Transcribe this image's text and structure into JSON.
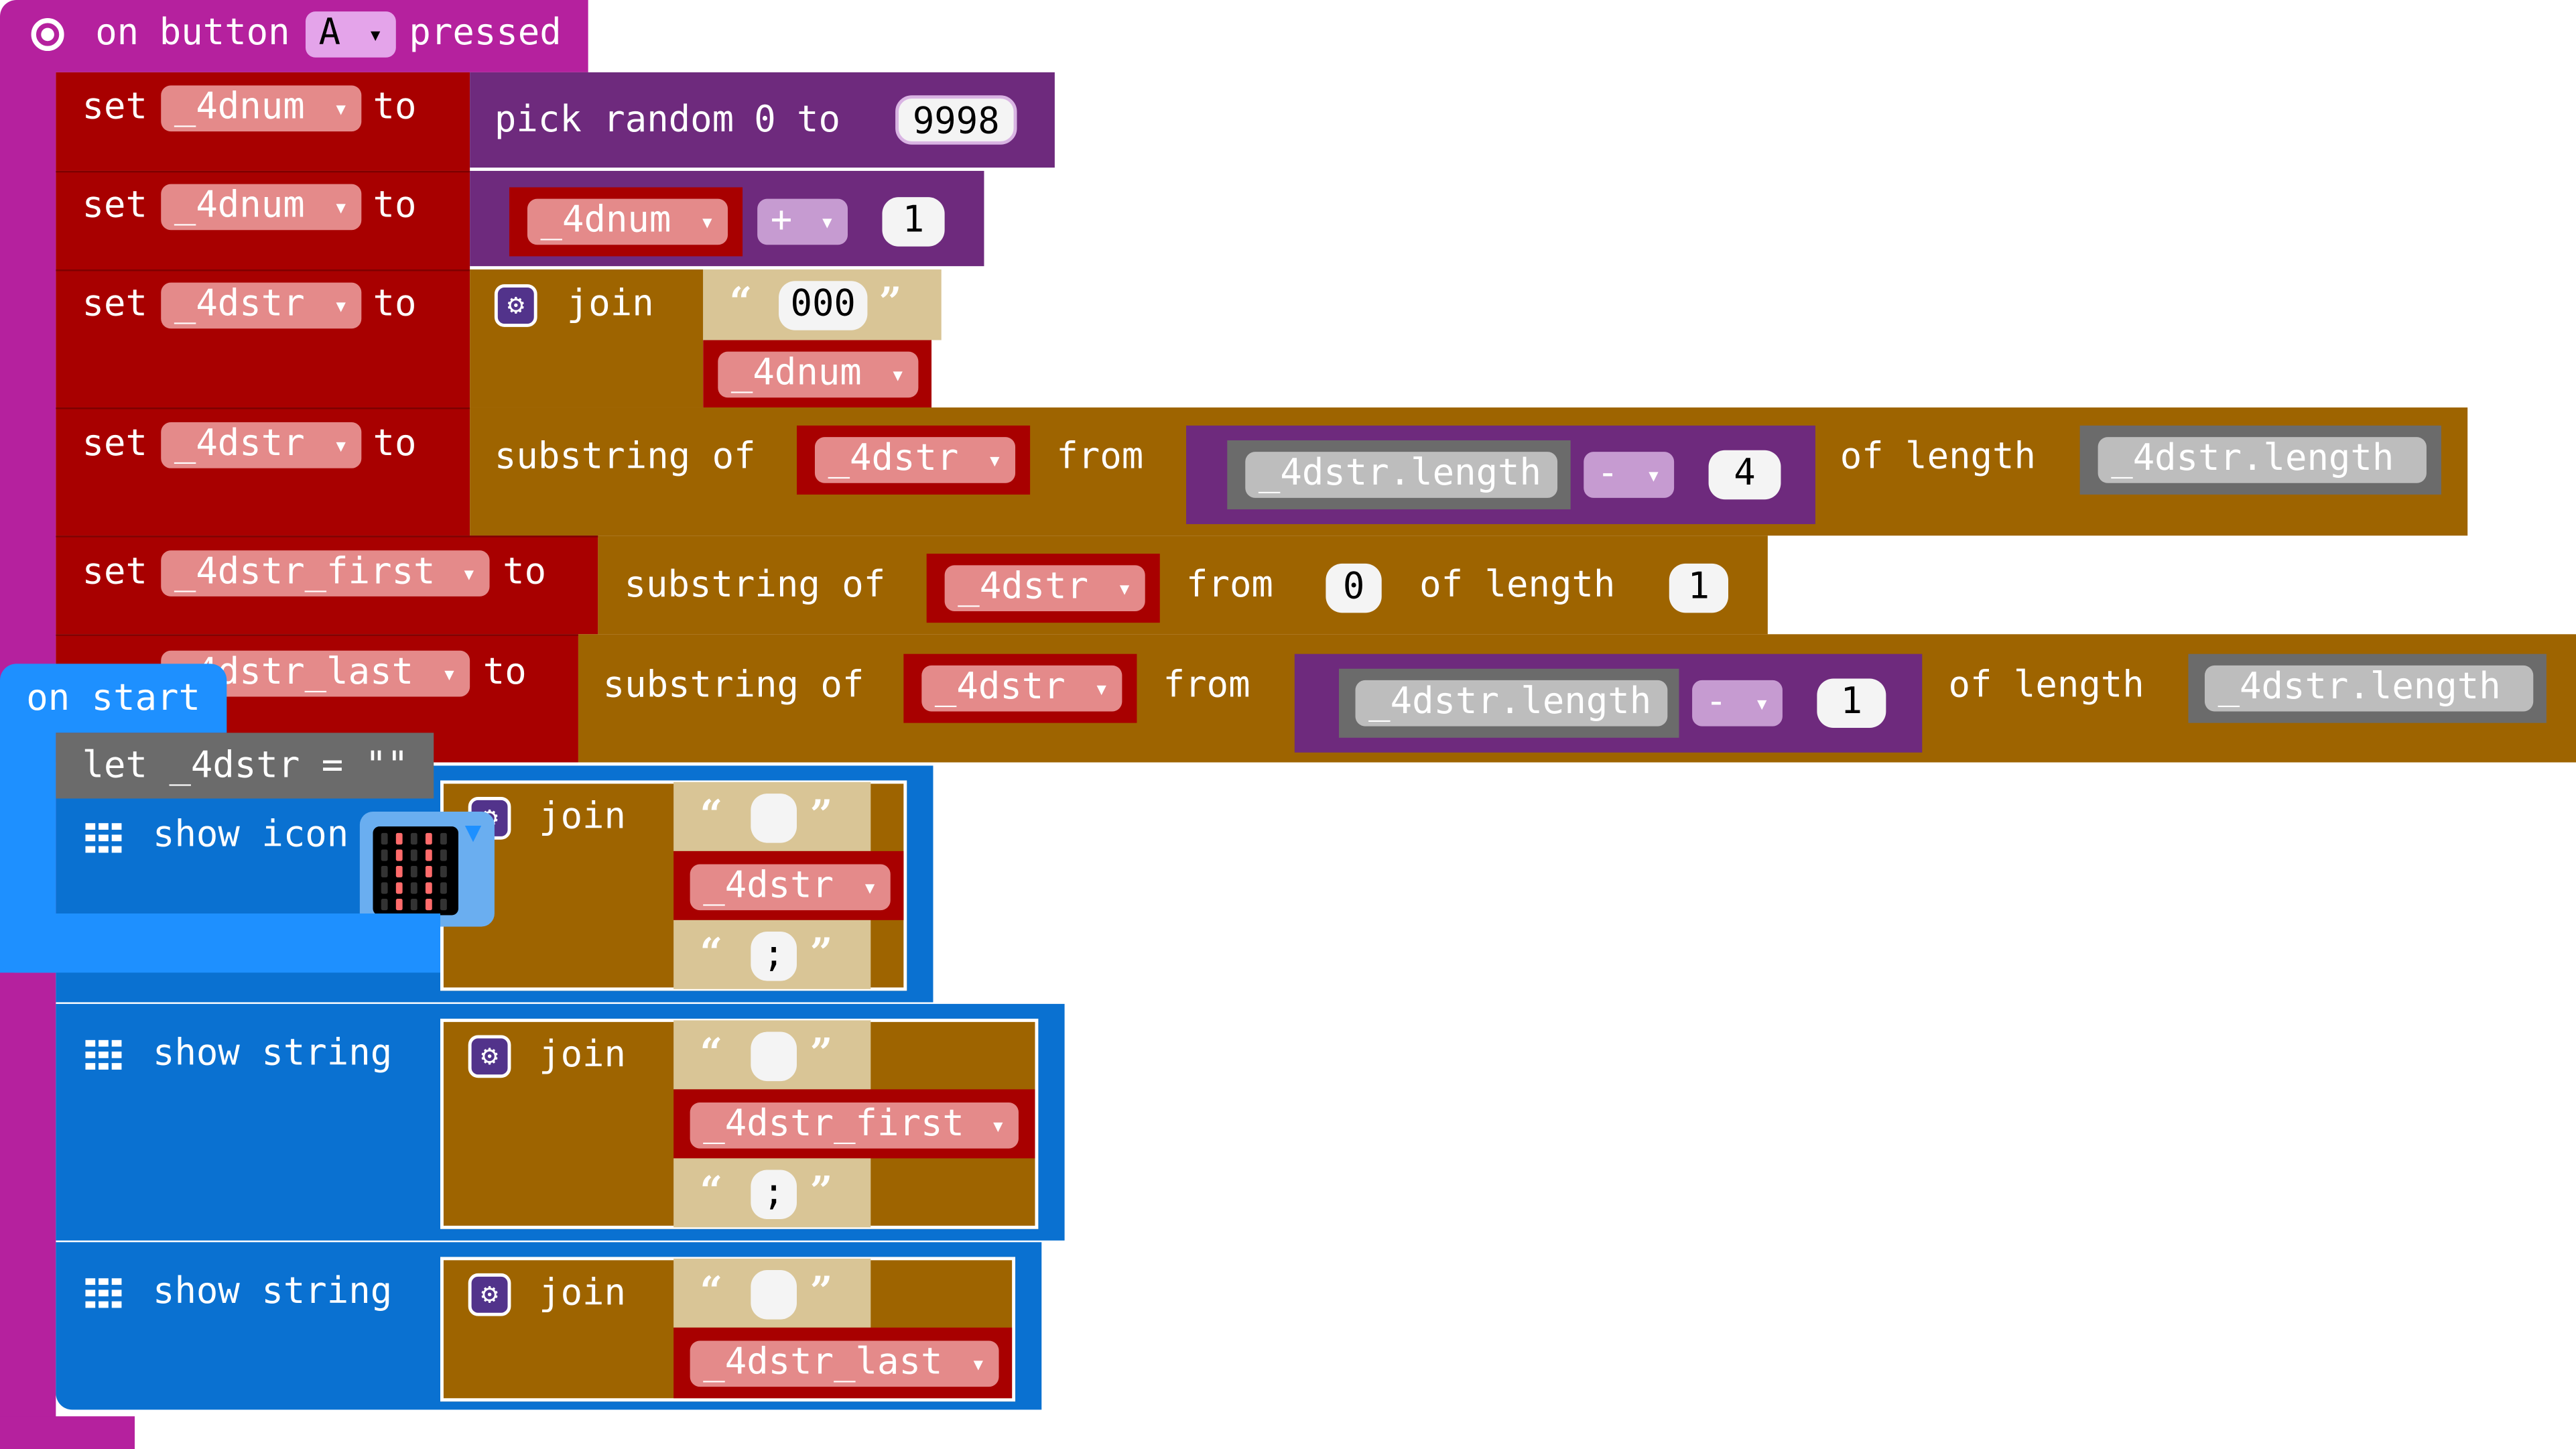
{
  "hat": {
    "on": "on",
    "button": "button",
    "button_value": "A",
    "pressed": "pressed"
  },
  "colors": {
    "event": "#b5219e",
    "var": "#a80000",
    "math": "#6e2a7d",
    "text": "#9e6400",
    "basic": "#0a71d1",
    "on_start": "#1e90ff",
    "let": "#6b6b6b"
  },
  "words": {
    "set": "set",
    "to": "to",
    "from": "from",
    "of_length": "of length",
    "substring_of": "substring of",
    "join": "join",
    "pick_random": "pick random",
    "zero": "0",
    "show_icon": "show icon",
    "show_string": "show string",
    "open_quote": "“",
    "close_quote": "”"
  },
  "vars": {
    "num": "_4dnum",
    "str": "_4dstr",
    "first": "_4dstr_first",
    "last": "_4dstr_last",
    "str_length": "_4dstr.length"
  },
  "values": {
    "random_max": "9998",
    "one": "1",
    "zero": "0",
    "four": "4",
    "pad": "000",
    "semicolon": ";",
    "empty": ""
  },
  "ops": {
    "plus": "+",
    "minus": "-"
  },
  "on_start": {
    "label": "on start",
    "let": "let _4dstr = \"\""
  },
  "icon_grid": "0101001010010100101001010"
}
